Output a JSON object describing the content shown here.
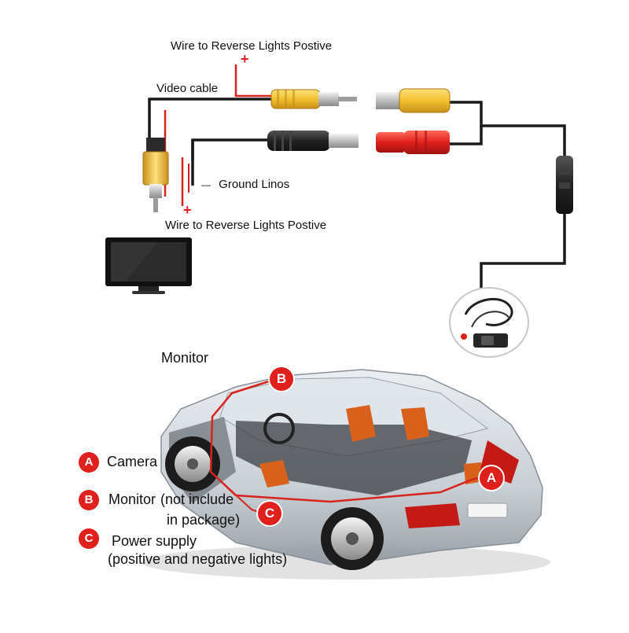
{
  "wiring": {
    "reverse_lights_top": "Wire to Reverse Lights Postive",
    "video_cable": "Video cable",
    "ground": "Ground Linos",
    "reverse_lights_bottom": "Wire to Reverse Lights Postive",
    "plus_sign": "+",
    "minus_sign": "—"
  },
  "car_section": {
    "monitor_heading": "Monitor",
    "legend": [
      {
        "letter": "A",
        "text": "Camera"
      },
      {
        "letter": "B",
        "text": "Monitor",
        "note_line1": "(not include",
        "note_line2": "in package)"
      },
      {
        "letter": "C",
        "text": "Power supply",
        "note_line1": "(positive and negative lights)"
      }
    ],
    "markers": [
      "B",
      "C",
      "A"
    ]
  },
  "colors": {
    "accent_red": "#e0201c",
    "rca_yellow": "#f2c12e",
    "cable_black": "#1a1a1a",
    "wire_red": "#d9231d"
  }
}
